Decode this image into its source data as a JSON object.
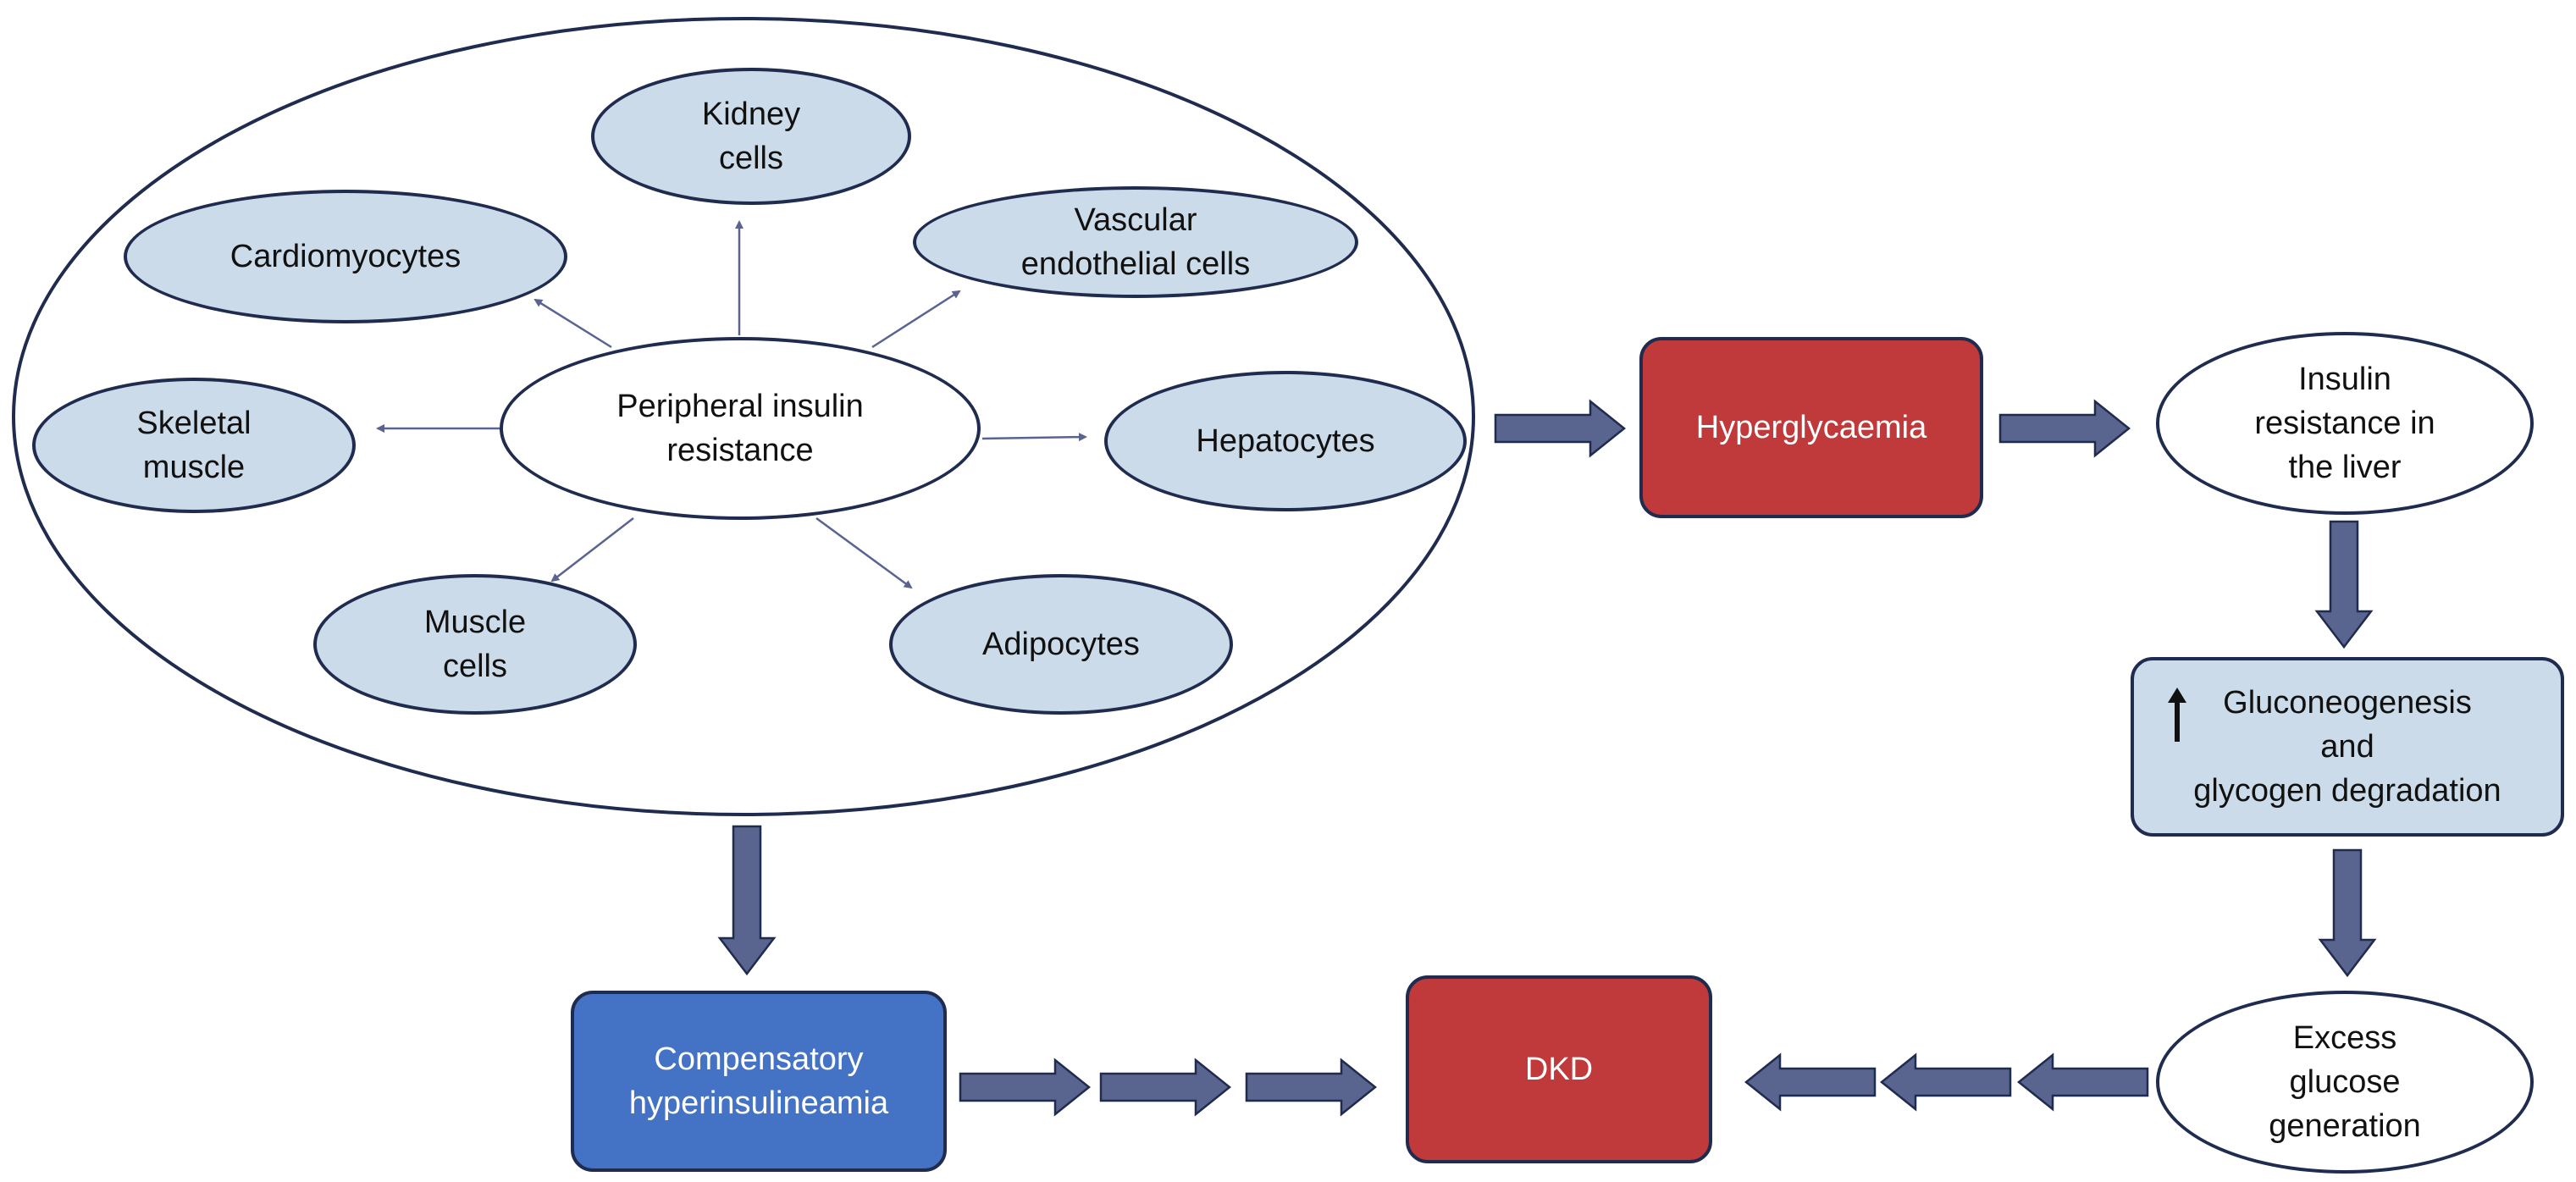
{
  "diagram": {
    "nodes": {
      "kidney": "Kidney\ncells",
      "cardio": "Cardiomyocytes",
      "vascular": "Vascular\nendothelial cells",
      "skeletal": "Skeletal\nmuscle",
      "peripheral": "Peripheral insulin\nresistance",
      "hepatocytes": "Hepatocytes",
      "muscle": "Muscle\ncells",
      "adipocytes": "Adipocytes",
      "hyperglycaemia": "Hyperglycaemia",
      "liver_ir": "Insulin\nresistance in\nthe liver",
      "gluconeogenesis": "Gluconeogenesis\nand\nglycogen degradation",
      "excess_glucose": "Excess\nglucose\ngeneration",
      "dkd": "DKD",
      "compensatory": "Compensatory\nhyperinsulineamia"
    },
    "colors": {
      "outline": "#1f2b4f",
      "cell_fill": "#ccdbe9",
      "red_box": "#c0393b",
      "blue_box": "#4472c4",
      "block_arrow": "#59648f",
      "thin_arrow": "#5a6391"
    },
    "icons": {
      "increase": "up-arrow-icon"
    }
  }
}
